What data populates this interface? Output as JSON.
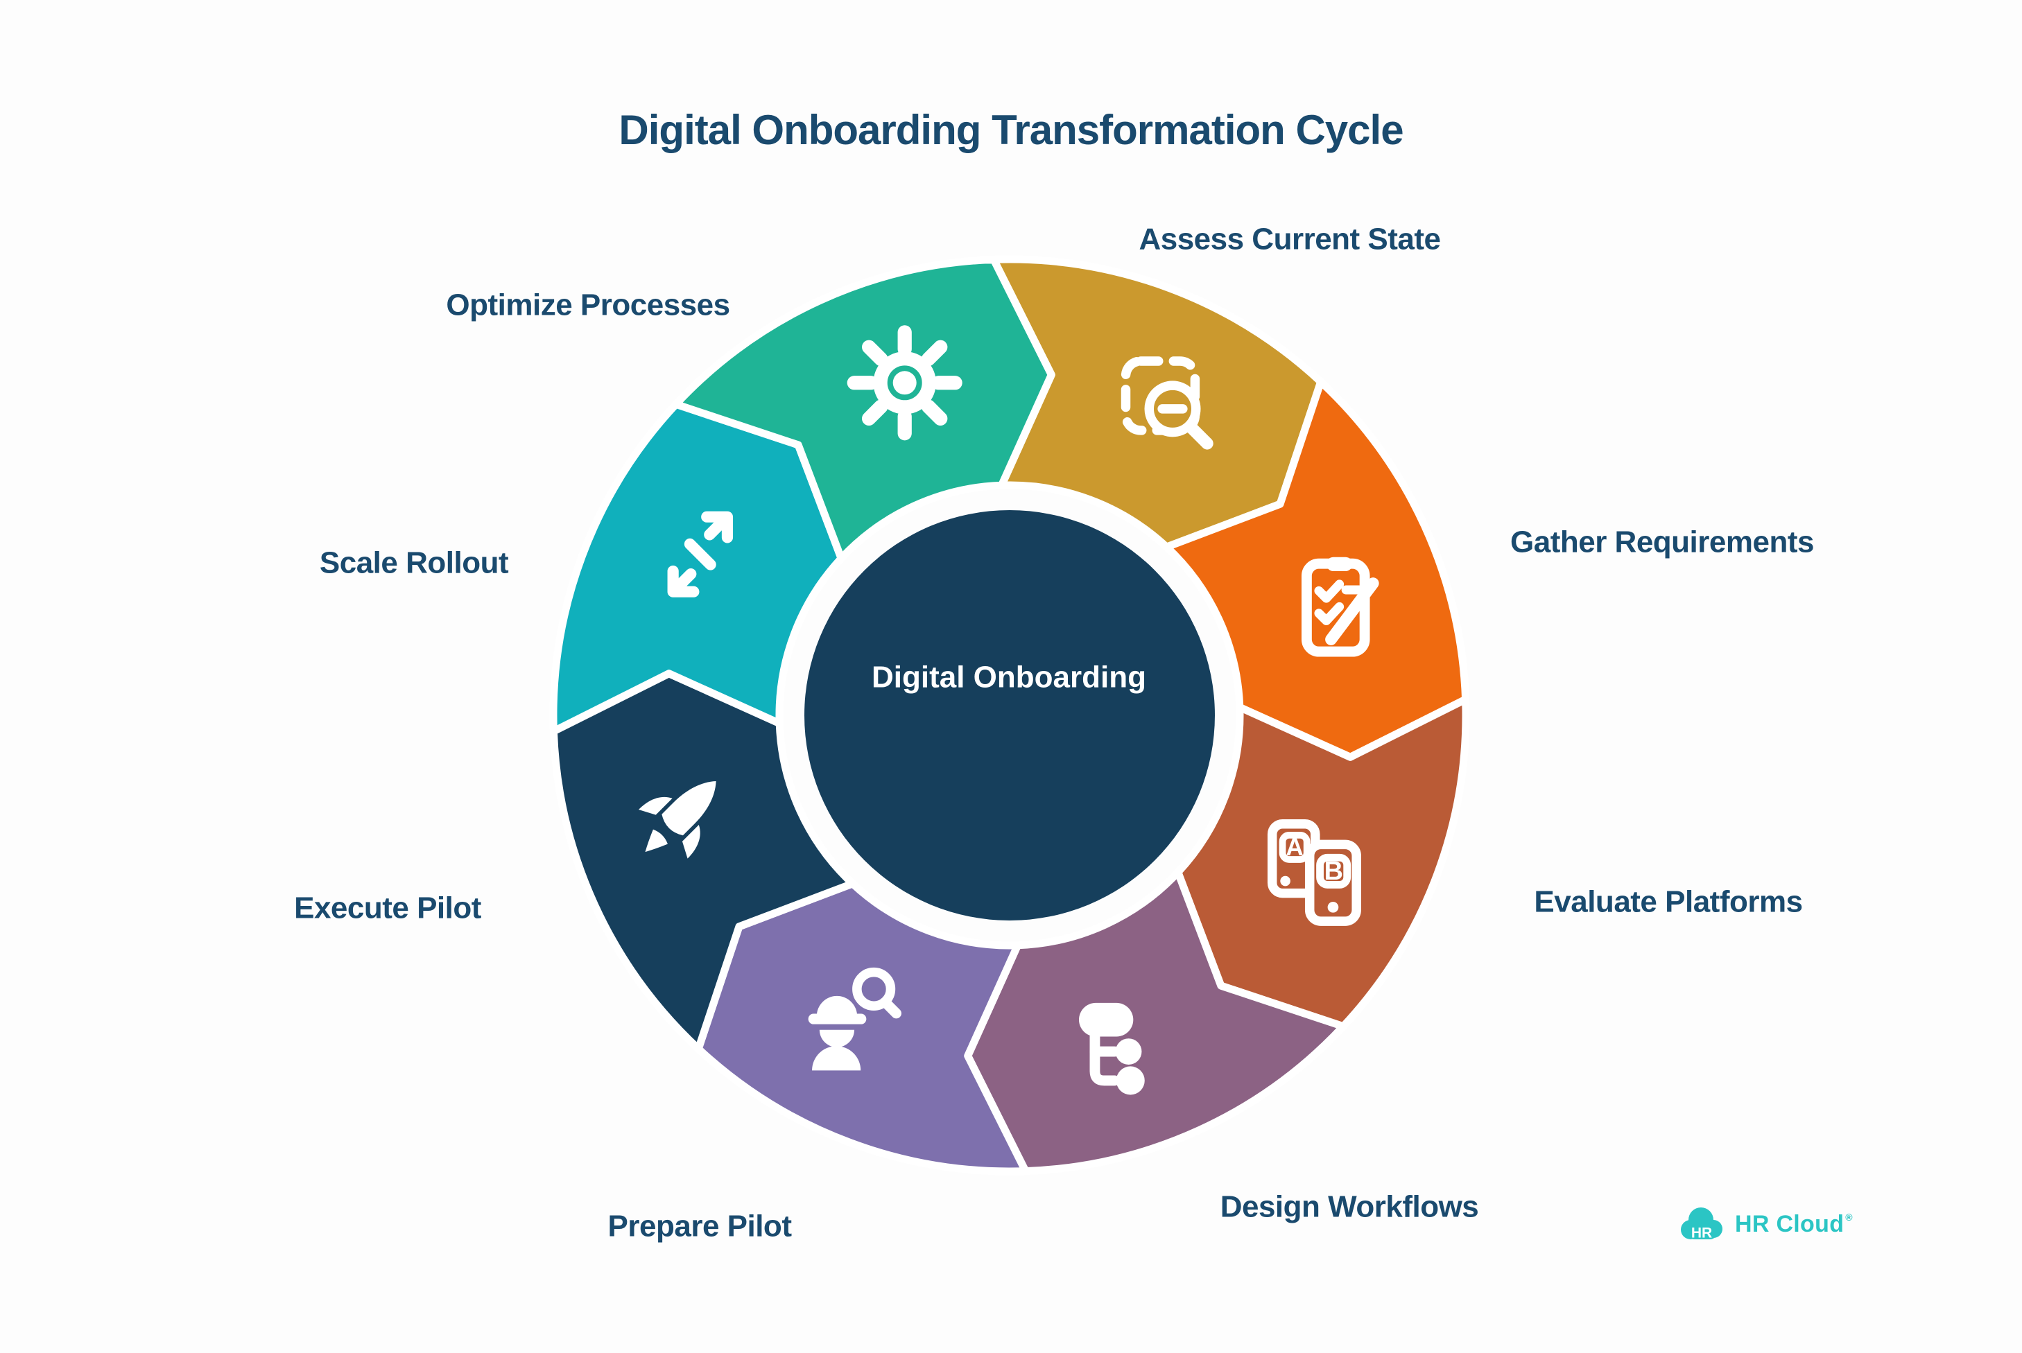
{
  "title": "Digital Onboarding Transformation Cycle",
  "hub": {
    "label": "Digital Onboarding"
  },
  "segments": [
    {
      "id": "assess",
      "label": "Assess Current State",
      "icon": "scan-search-icon",
      "color": "#cb992e"
    },
    {
      "id": "gather",
      "label": "Gather Requirements",
      "icon": "clipboard-checklist-icon",
      "color": "#ef6a10"
    },
    {
      "id": "evaluate",
      "label": "Evaluate Platforms",
      "icon": "ab-test-phones-icon",
      "color": "#ba5b36"
    },
    {
      "id": "design",
      "label": "Design Workflows",
      "icon": "workflow-tree-icon",
      "color": "#8c6284"
    },
    {
      "id": "prepare",
      "label": "Prepare Pilot",
      "icon": "engineer-search-icon",
      "color": "#7e70ad"
    },
    {
      "id": "execute",
      "label": "Execute Pilot",
      "icon": "rocket-icon",
      "color": "#163f5c"
    },
    {
      "id": "scale",
      "label": "Scale Rollout",
      "icon": "expand-arrows-icon",
      "color": "#10b0bc"
    },
    {
      "id": "optimize",
      "label": "Optimize Processes",
      "icon": "gear-icon",
      "color": "#1fb496"
    }
  ],
  "logo": {
    "badge": "HR",
    "name": "HR Cloud",
    "registered": "®",
    "color": "#2bc5c4"
  },
  "colors": {
    "background": "#fdfdfd",
    "label_text": "#1a4a6e",
    "hub_fill": "#163f5c",
    "hub_text": "#ffffff",
    "separator": "#ffffff"
  }
}
